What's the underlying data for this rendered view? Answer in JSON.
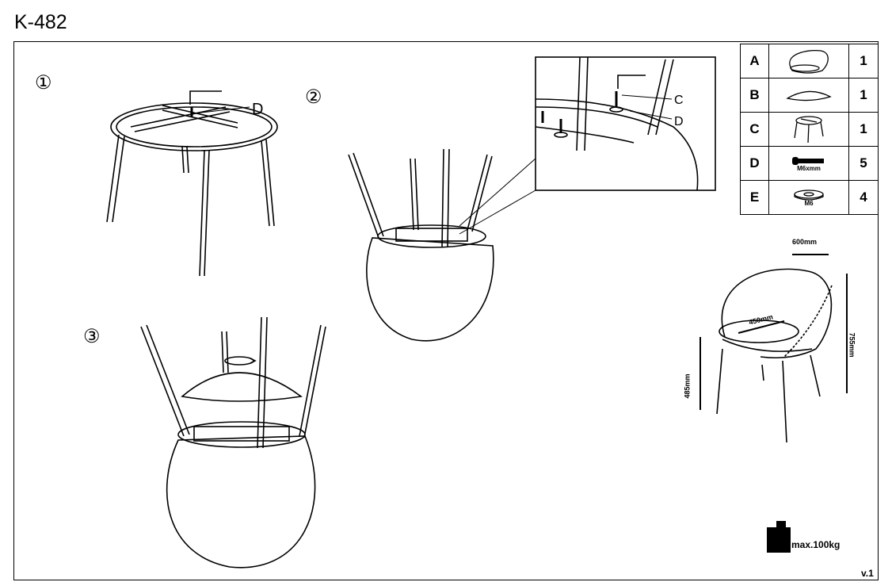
{
  "title": "K-482",
  "steps": [
    "①",
    "②",
    "③"
  ],
  "callouts": {
    "step1_d": "D",
    "detail_c": "C",
    "detail_d": "D"
  },
  "parts": [
    {
      "letter": "A",
      "qty": "1",
      "icon": "seat-shell-icon",
      "note": ""
    },
    {
      "letter": "B",
      "qty": "1",
      "icon": "cushion-icon",
      "note": ""
    },
    {
      "letter": "C",
      "qty": "1",
      "icon": "leg-frame-icon",
      "note": ""
    },
    {
      "letter": "D",
      "qty": "5",
      "icon": "bolt-icon",
      "note": "M6xmm"
    },
    {
      "letter": "E",
      "qty": "4",
      "icon": "washer-icon",
      "note": "M6"
    }
  ],
  "dimensions": {
    "width": "600mm",
    "seat_depth": "450mm",
    "height": "755mm",
    "seat_height": "485mm"
  },
  "max_load": "max.100kg",
  "version": "v.1"
}
